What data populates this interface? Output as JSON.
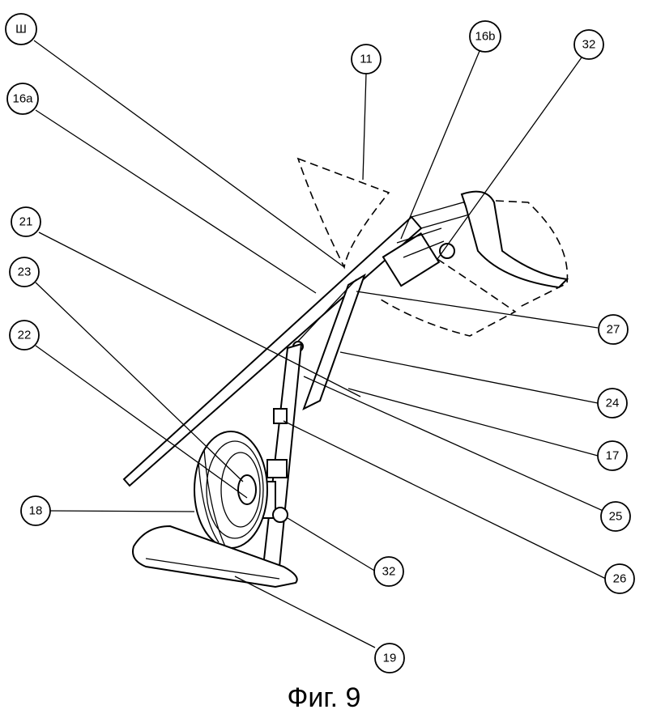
{
  "figure": {
    "caption": "Фиг. 9",
    "labels": {
      "l_top": "Ш",
      "l11": "11",
      "l16b": "16b",
      "l32top": "32",
      "l16a": "16a",
      "l21": "21",
      "l23": "23",
      "l22": "22",
      "l27": "27",
      "l24": "24",
      "l17": "17",
      "l25": "25",
      "l18": "18",
      "l32bot": "32",
      "l26": "26",
      "l19": "19"
    }
  }
}
